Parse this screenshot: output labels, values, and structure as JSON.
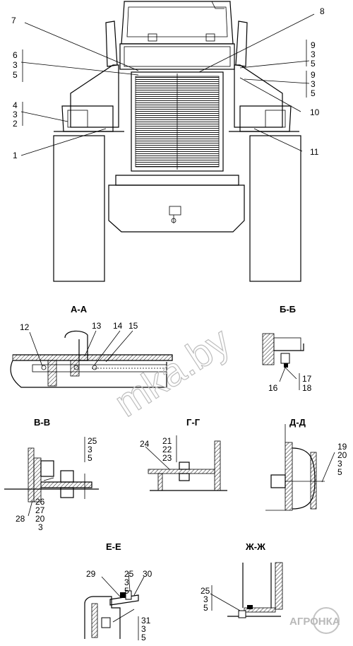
{
  "main_view": {
    "callouts": {
      "c1": "1",
      "c7": "7",
      "c8": "8",
      "c10": "10",
      "c11": "11",
      "stack_left_top": [
        "6",
        "3",
        "5"
      ],
      "stack_left_bottom": [
        "4",
        "3",
        "2"
      ],
      "stack_right_top": [
        "9",
        "3",
        "5"
      ],
      "stack_right_bottom": [
        "9",
        "3",
        "5"
      ]
    }
  },
  "sections": {
    "aa": {
      "title": "А-А",
      "labels": [
        "12",
        "13",
        "14",
        "15"
      ]
    },
    "bb": {
      "title": "Б-Б",
      "labels": [
        "16",
        "17",
        "18"
      ]
    },
    "vv": {
      "title": "В-В",
      "stack_top": [
        "25",
        "3",
        "5"
      ],
      "stack_bottom": [
        "26",
        "27",
        "20",
        "3"
      ],
      "label": "28"
    },
    "gg": {
      "title": "Г-Г",
      "stack_top": [
        "21",
        "22",
        "23"
      ],
      "label": "24"
    },
    "dd": {
      "title": "Д-Д",
      "stack": [
        "19",
        "20",
        "3",
        "5"
      ]
    },
    "ee": {
      "title": "Е-Е",
      "label_left": "29",
      "stack_top": [
        "25",
        "3",
        "5"
      ],
      "label_right": "30",
      "stack_bottom": [
        "31",
        "3",
        "5"
      ]
    },
    "zhzh": {
      "title": "Ж-Ж",
      "stack": [
        "25",
        "3",
        "5"
      ]
    }
  },
  "watermark": {
    "text": "mka.by"
  },
  "logo": {
    "text": "АГРОНКА"
  }
}
